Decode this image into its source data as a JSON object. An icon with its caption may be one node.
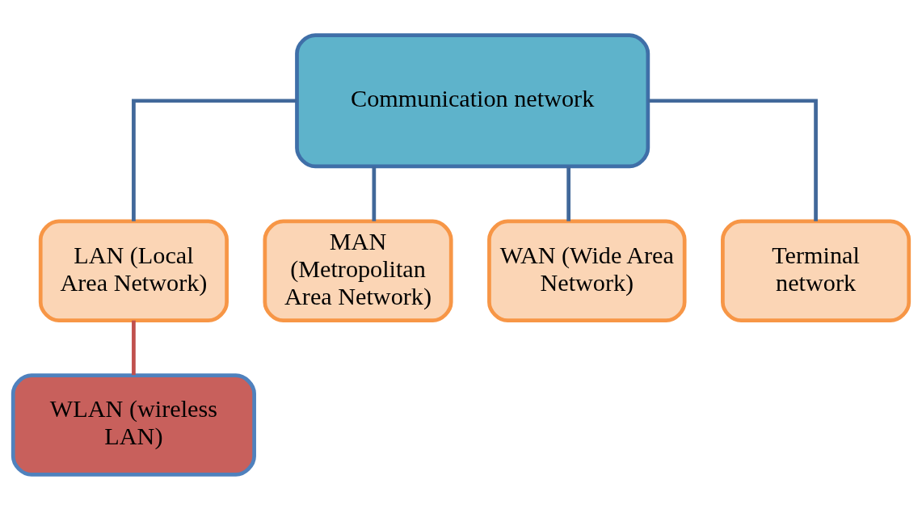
{
  "diagram": {
    "nodes": [
      {
        "text": [
          "Communication network"
        ]
      },
      {
        "text": [
          "LAN (Local Area Network)"
        ]
      },
      {
        "text": [
          "MAN (Metropolitan Area Network)"
        ]
      },
      {
        "text": [
          "WAN (Wide Area Network)"
        ]
      },
      {
        "text": [
          "Terminal network"
        ]
      },
      {
        "text": [
          "WLAN (wireless LAN)"
        ]
      }
    ],
    "edges": [
      {
        "from": 0,
        "to": 1,
        "arrow": "none"
      },
      {
        "from": 0,
        "to": 2,
        "arrow": "none"
      },
      {
        "from": 0,
        "to": 3,
        "arrow": "none"
      },
      {
        "from": 0,
        "to": 4,
        "arrow": "none"
      },
      {
        "from": 1,
        "to": 5,
        "arrow": "none",
        "color": "#c0504d"
      }
    ]
  }
}
